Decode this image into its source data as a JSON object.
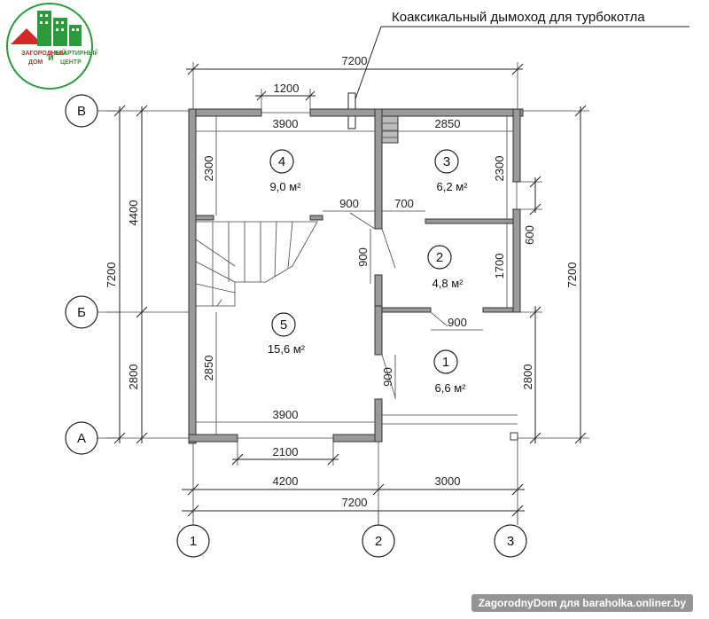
{
  "logo": {
    "lines": [
      "ЗАГОРОДНЫЙ",
      "ДОМ",
      "и",
      "КВАРТИРНЫЙ",
      "ЦЕНТР"
    ],
    "colors": {
      "green": "#2a9a3a",
      "red": "#d22a2a"
    }
  },
  "chimney_note": "Коаксикальный дымоход для турбокотла",
  "overall_dims": {
    "top_total": "7200",
    "window_top": "1200",
    "bottom_total": "7200",
    "bottom_left": "4200",
    "bottom_right": "3000",
    "bottom_window": "2100",
    "left_total": "7200",
    "left_upper": "4400",
    "left_lower": "2800",
    "right_total": "7200",
    "right_lower": "2800",
    "right_window": "600"
  },
  "interior_dims": {
    "room4_width": "3900",
    "room3_width": "2850",
    "room4_height": "2300",
    "room3_height": "2300",
    "door_900_a": "900",
    "door_700": "700",
    "door_900_b": "900",
    "room2_height": "1700",
    "door_900_c": "900",
    "room5_height": "2850",
    "door_900_d": "900",
    "room5_width": "3900"
  },
  "rooms": [
    {
      "num": "4",
      "area": "9,0 м²"
    },
    {
      "num": "3",
      "area": "6,2 м²"
    },
    {
      "num": "2",
      "area": "4,8 м²"
    },
    {
      "num": "5",
      "area": "15,6 м²"
    },
    {
      "num": "1",
      "area": "6,6 м²"
    }
  ],
  "axes_rows": [
    "В",
    "Б",
    "А"
  ],
  "axes_cols": [
    "1",
    "2",
    "3"
  ],
  "watermark": "ZagorodnyDom для baraholka.onliner.by"
}
